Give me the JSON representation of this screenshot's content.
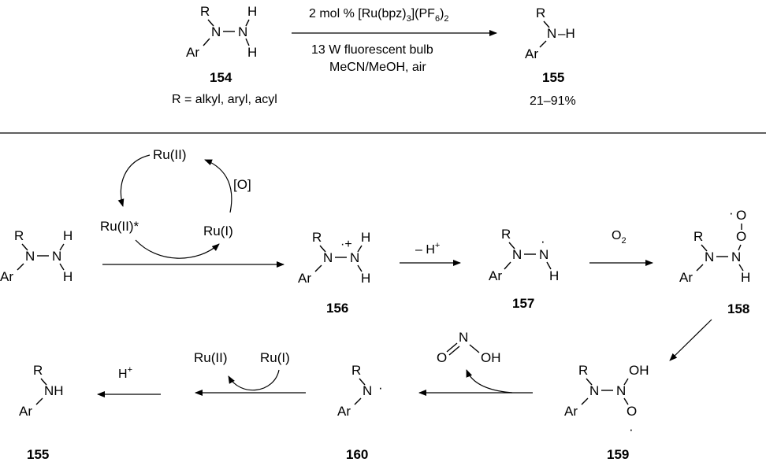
{
  "top": {
    "reactant": {
      "r": "R",
      "n1": "N",
      "n2": "N",
      "ar": "Ar",
      "h1": "H",
      "h2": "H",
      "number": "154"
    },
    "reagent_prefix": "2 mol % [Ru(bpz)",
    "reagent_sub1": "3",
    "reagent_mid": "](PF",
    "reagent_sub2": "6",
    "reagent_end": ")",
    "reagent_sub3": "2",
    "condition1": "13 W fluorescent bulb",
    "condition2": "MeCN/MeOH, air",
    "r_scope": "R = alkyl, aryl, acyl",
    "product": {
      "r": "R",
      "n": "N",
      "h": "–H",
      "ar": "Ar",
      "number": "155"
    },
    "yield": "21–91%"
  },
  "mechanism": {
    "cycle": {
      "top": "Ru(II)",
      "excited": "Ru(II)*",
      "reduced": "Ru(I)",
      "oxidant": "[O]"
    },
    "start": {
      "r": "R",
      "n1": "N",
      "n2": "N",
      "ar": "Ar",
      "h1": "H",
      "h2": "H"
    },
    "c156": {
      "r": "R",
      "n1": "N",
      "n2": "N",
      "ar": "Ar",
      "h1": "H",
      "h2": "H",
      "radical_cation": "·+",
      "number": "156"
    },
    "deprot": {
      "text": "– H",
      "sup": "+"
    },
    "c157": {
      "r": "R",
      "n1": "N",
      "n2": "N",
      "ar": "Ar",
      "h": "H",
      "radical": "·",
      "number": "157"
    },
    "o2": {
      "text": "O",
      "sub": "2"
    },
    "c158": {
      "r": "R",
      "n1": "N",
      "n2": "N",
      "ar": "Ar",
      "h": "H",
      "o1": "O",
      "o2": "O",
      "radical": "·",
      "number": "158"
    },
    "c159": {
      "r": "R",
      "n1": "N",
      "n2": "N",
      "ar": "Ar",
      "oh": "OH",
      "o": "O",
      "radical": "·",
      "number": "159"
    },
    "byproduct": {
      "o": "O",
      "n": "N",
      "oh": "OH"
    },
    "c160": {
      "r": "R",
      "n": "N",
      "ar": "Ar",
      "radical": "·",
      "number": "160"
    },
    "ru_step": {
      "left": "Ru(II)",
      "right": "Ru(I)"
    },
    "proton": {
      "text": "H",
      "sup": "+"
    },
    "final": {
      "r": "R",
      "nh": "NH",
      "ar": "Ar",
      "number": "155"
    }
  }
}
